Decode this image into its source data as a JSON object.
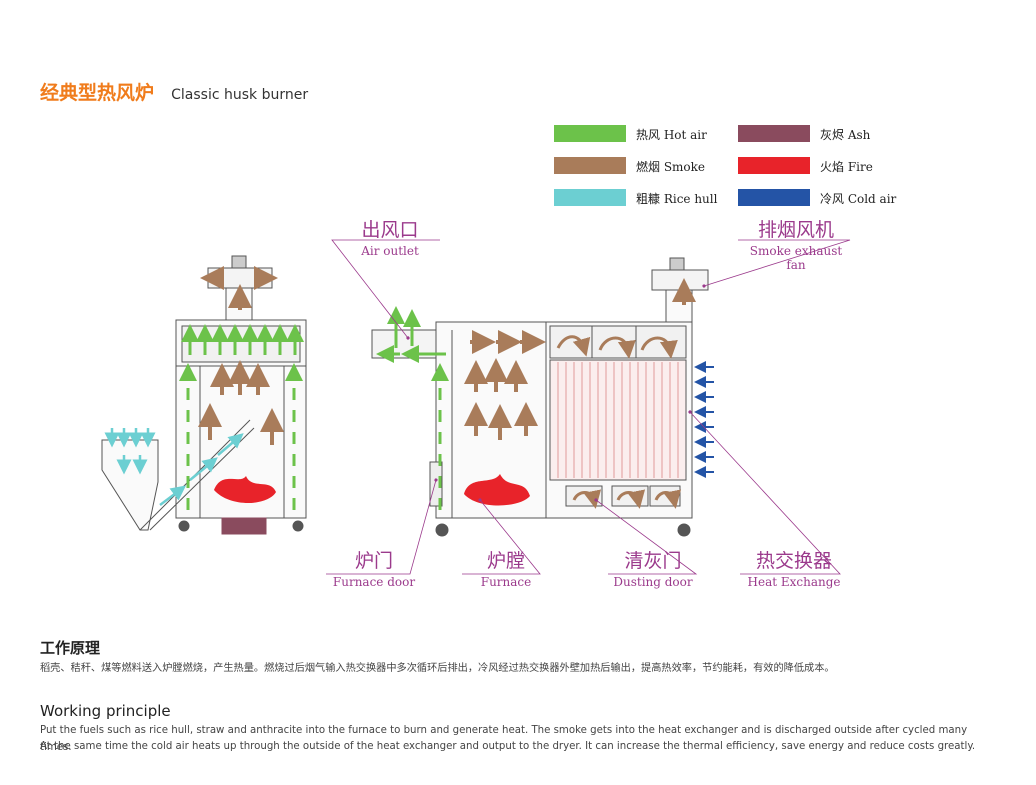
{
  "header": {
    "title_cn": "经典型热风炉",
    "title_en": "Classic husk burner"
  },
  "legend": [
    {
      "label": "热风  Hot air",
      "color": "#6cc24a"
    },
    {
      "label": "燃烟  Smoke",
      "color": "#a97c5a"
    },
    {
      "label": "粗糠  Rice hull",
      "color": "#6ccfd2"
    },
    {
      "label": "灰烬  Ash",
      "color": "#8a4b5e"
    },
    {
      "label": "火焰  Fire",
      "color": "#e8232a"
    },
    {
      "label": "冷风  Cold air",
      "color": "#2454a6"
    }
  ],
  "callouts": {
    "air_outlet": {
      "cn": "出风口",
      "en": "Air outlet"
    },
    "smoke_fan": {
      "cn": "排烟风机",
      "en": "Smoke exhaust fan"
    },
    "furnace_door": {
      "cn": "炉门",
      "en": "Furnace door"
    },
    "furnace": {
      "cn": "炉膛",
      "en": "Furnace"
    },
    "dusting_door": {
      "cn": "清灰门",
      "en": "Dusting door"
    },
    "heat_exchange": {
      "cn": "热交换器",
      "en": "Heat Exchange"
    }
  },
  "principle": {
    "title_cn": "工作原理",
    "text_cn": "稻壳、秸秆、煤等燃料送入炉膛燃烧，产生热量。燃烧过后烟气输入热交换器中多次循环后排出，冷风经过热交换器外壁加热后输出，提高热效率，节约能耗，有效的降低成本。",
    "title_en": "Working principle",
    "text_en_1": "Put the fuels such as rice hull, straw and anthracite into the furnace to burn and generate heat. The smoke gets into the heat exchanger and is discharged outside after cycled many times.",
    "text_en_2": "At the same time the cold air heats up through the outside of the heat exchanger and output to the dryer. It can increase the thermal efficiency, save energy and reduce costs greatly."
  },
  "colors": {
    "hot_air": "#6cc24a",
    "smoke": "#a97c5a",
    "rice_hull": "#6ccfd2",
    "ash": "#8a4b5e",
    "fire": "#e8232a",
    "cold_air": "#2454a6",
    "callout": "#9b3a8c",
    "title_accent": "#f07c1c"
  }
}
